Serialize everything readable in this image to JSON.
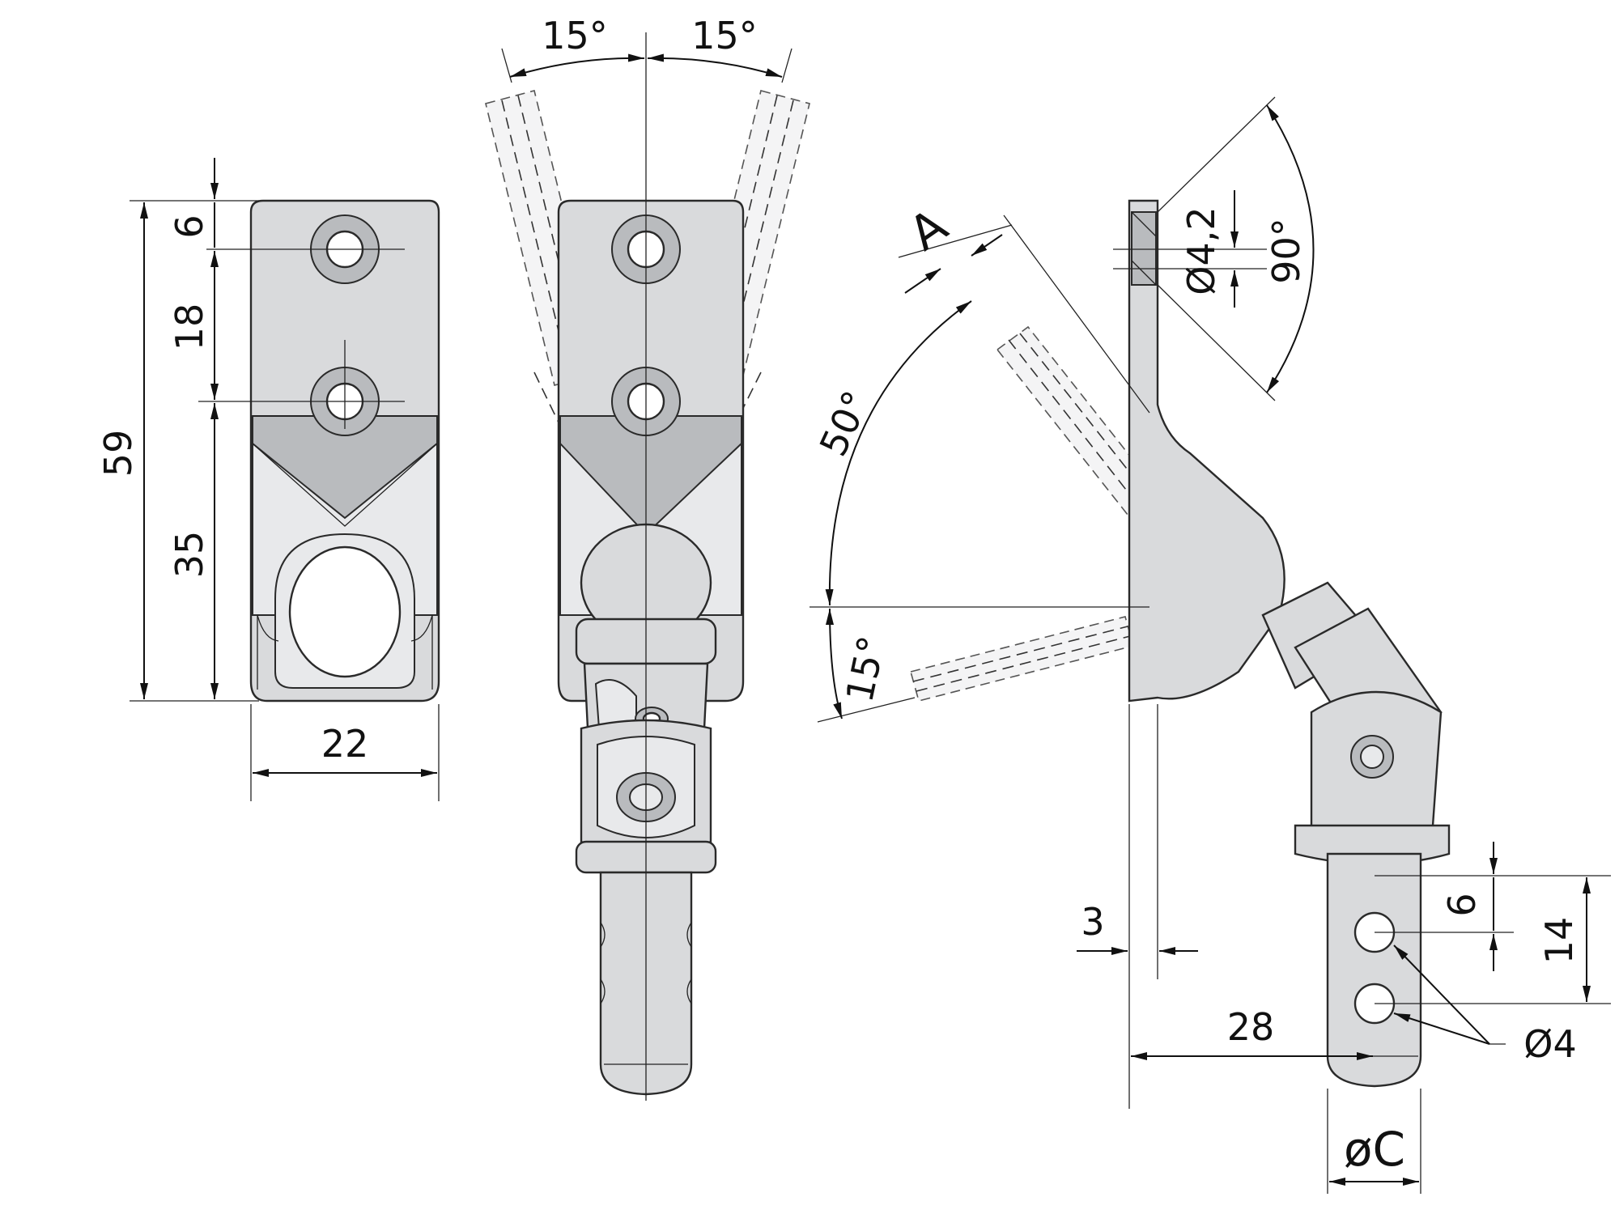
{
  "drawing": {
    "front_view": {
      "height_total": "59",
      "top_offset": "6",
      "hole_spacing": "18",
      "lower_height": "35",
      "width": "22"
    },
    "swing_view": {
      "swing_left": "15°",
      "swing_right": "15°"
    },
    "side_view": {
      "detail_label": "A",
      "hole_diameter": "Ø4,2",
      "countersink_angle": "90°",
      "swing_up": "50°",
      "swing_down": "15°",
      "plate_thickness": "3",
      "reach": "28",
      "pin_hole_offset": "6",
      "pin_hole_span": "14",
      "pin_hole_diameter": "Ø4",
      "pin_diameter": "øC"
    }
  },
  "colors": {
    "line": "#111111",
    "part_fill": "#d9dadc",
    "part_shadow": "#b9bbbe",
    "background": "#ffffff"
  }
}
